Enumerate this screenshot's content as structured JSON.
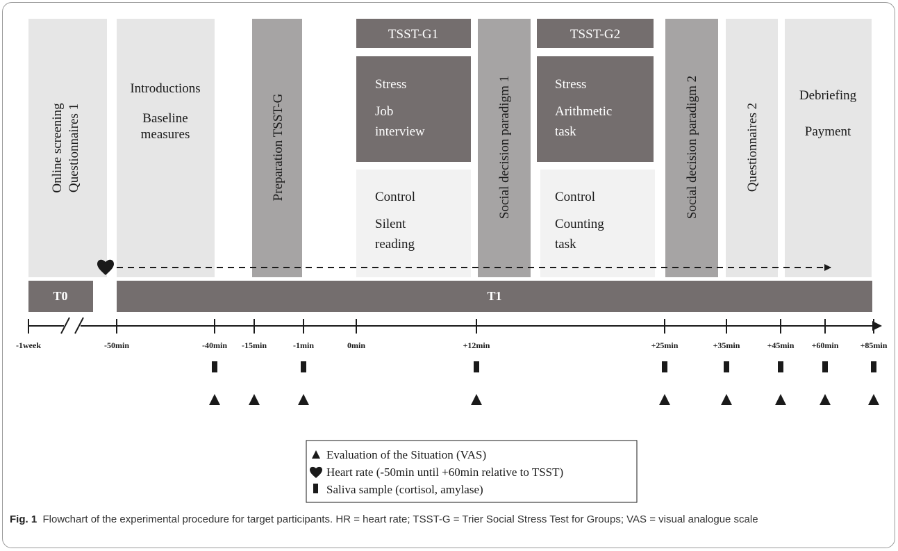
{
  "colors": {
    "light": "#e6e6e6",
    "lighter": "#f2f2f2",
    "medium": "#a6a4a4",
    "dark": "#746e6e",
    "timeline_bar": "#746e6e",
    "text": "#1a1a1a",
    "white_text": "#ffffff"
  },
  "phases": {
    "online_screening": {
      "line1": "Online screening",
      "line2": "Questionnaires 1"
    },
    "introductions": {
      "line1": "Introductions",
      "line2": "Baseline",
      "line3": "measures"
    },
    "preparation": {
      "label": "Preparation TSST-G"
    },
    "tsst_g1": {
      "header": "TSST-G1",
      "stress": {
        "title": "Stress",
        "line1": "Job",
        "line2": "interview"
      },
      "control": {
        "title": "Control",
        "line1": "Silent",
        "line2": "reading"
      }
    },
    "social_decision_1": {
      "label": "Social decision paradigm 1"
    },
    "tsst_g2": {
      "header": "TSST-G2",
      "stress": {
        "title": "Stress",
        "line1": "Arithmetic",
        "line2": "task"
      },
      "control": {
        "title": "Control",
        "line1": "Counting",
        "line2": "task"
      }
    },
    "social_decision_2": {
      "label": "Social decision paradigm 2"
    },
    "questionnaires_2": {
      "label": "Questionnaires 2"
    },
    "debriefing": {
      "line1": "Debriefing",
      "line2": "Payment"
    }
  },
  "timeline": {
    "t0_label": "T0",
    "t1_label": "T1",
    "ticks": [
      "-1week",
      "-50min",
      "-40min",
      "-15min",
      "-1min",
      "0min",
      "+12min",
      "+25min",
      "+35min",
      "+45min",
      "+60min",
      "+85min"
    ]
  },
  "measurements": {
    "saliva_at": [
      "-40min",
      "-1min",
      "+12min",
      "+25min",
      "+35min",
      "+45min",
      "+60min",
      "+85min"
    ],
    "vas_at": [
      "-40min",
      "-15min",
      "-1min",
      "+12min",
      "+25min",
      "+35min",
      "+45min",
      "+60min",
      "+85min"
    ]
  },
  "legend": {
    "vas": "Evaluation of the Situation (VAS)",
    "heart_rate": "Heart rate (-50min until +60min relative to TSST)",
    "saliva": "Saliva sample (cortisol, amylase)"
  },
  "caption": {
    "label": "Fig. 1",
    "text": "Flowchart of the experimental procedure for target participants. HR = heart rate; TSST-G = Trier Social Stress Test for Groups; VAS = visual analogue scale"
  }
}
